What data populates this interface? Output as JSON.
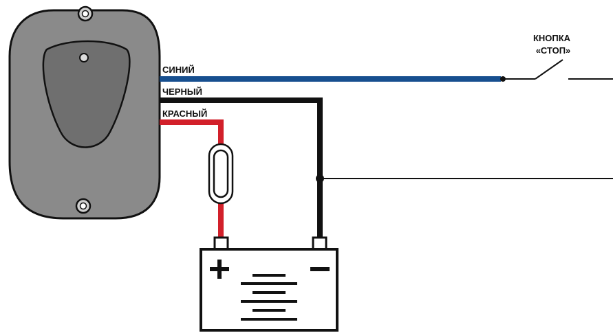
{
  "wires": {
    "blue": {
      "label": "СИНИЙ",
      "color": "#174f8f"
    },
    "black": {
      "label": "ЧЕРНЫЙ",
      "color": "#111111"
    },
    "red": {
      "label": "КРАСНЫЙ",
      "color": "#d2202a"
    }
  },
  "stop_button": {
    "line1": "КНОПКА",
    "line2": "«СТОП»"
  },
  "device": {
    "body_color": "#8a8a8a",
    "button_color": "#6f6f6f"
  },
  "battery": {
    "plus": "+",
    "minus": "−"
  }
}
